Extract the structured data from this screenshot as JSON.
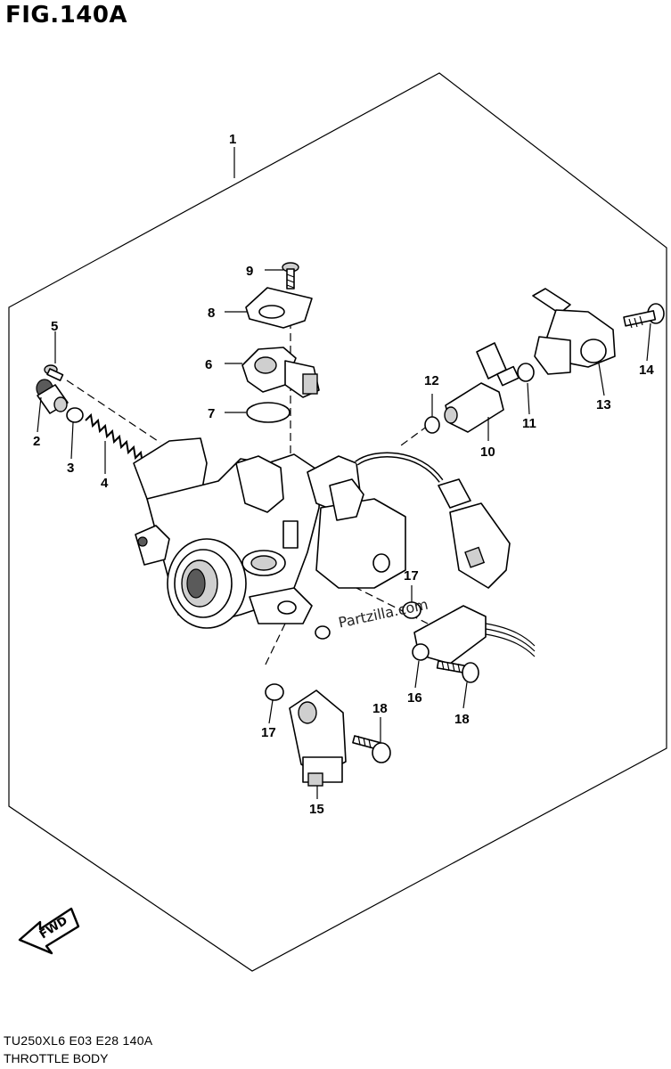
{
  "figure": {
    "title": "FIG.140A"
  },
  "footer": {
    "code": "TU250XL6  E03  E28  140A",
    "name": "THROTTLE BODY"
  },
  "watermark": "Partzilla.com",
  "fwd_label": "FWD",
  "callouts": [
    "1",
    "2",
    "3",
    "4",
    "5",
    "6",
    "7",
    "8",
    "9",
    "10",
    "11",
    "12",
    "13",
    "14",
    "15",
    "16",
    "17",
    "17",
    "18",
    "18"
  ]
}
